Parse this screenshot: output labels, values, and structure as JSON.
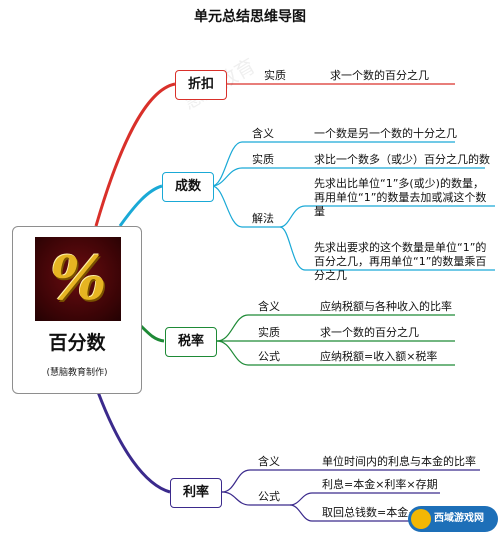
{
  "title": "单元总结思维导图",
  "root": {
    "label": "百分数",
    "icon_symbol": "%",
    "credit": "(慧脑教育制作)"
  },
  "branches": {
    "discount": {
      "label": "折扣",
      "color": "#d9302a",
      "items": [
        {
          "key": "实质",
          "value": "求一个数的百分之几"
        }
      ]
    },
    "chengshu": {
      "label": "成数",
      "color": "#1aa9d6",
      "items": [
        {
          "key": "含义",
          "value": "一个数是另一个数的十分之几"
        },
        {
          "key": "实质",
          "value": "求比一个数多（或少）百分之几的数"
        },
        {
          "key": "解法",
          "value": "先求出比单位“1”多(或少)的数量，再用单位“1”的数量去加或减这个数量"
        },
        {
          "key": "",
          "value": "先求出要求的这个数量是单位“1”的百分之几，再用单位“1”的数量乘百分之几"
        }
      ]
    },
    "tax": {
      "label": "税率",
      "color": "#1e8a36",
      "items": [
        {
          "key": "含义",
          "value": "应纳税额与各种收入的比率"
        },
        {
          "key": "实质",
          "value": "求一个数的百分之几"
        },
        {
          "key": "公式",
          "value": "应纳税额=收入额×税率"
        }
      ]
    },
    "interest": {
      "label": "利率",
      "color": "#3b2a8c",
      "items": [
        {
          "key": "含义",
          "value": "单位时间内的利息与本金的比率"
        },
        {
          "key": "公式",
          "value": "利息=本金×利率×存期"
        },
        {
          "key": "",
          "value": "取回总钱数=本金+利息"
        }
      ]
    }
  },
  "watermark": "慧脑教育",
  "corner_logo": "西域游戏网"
}
